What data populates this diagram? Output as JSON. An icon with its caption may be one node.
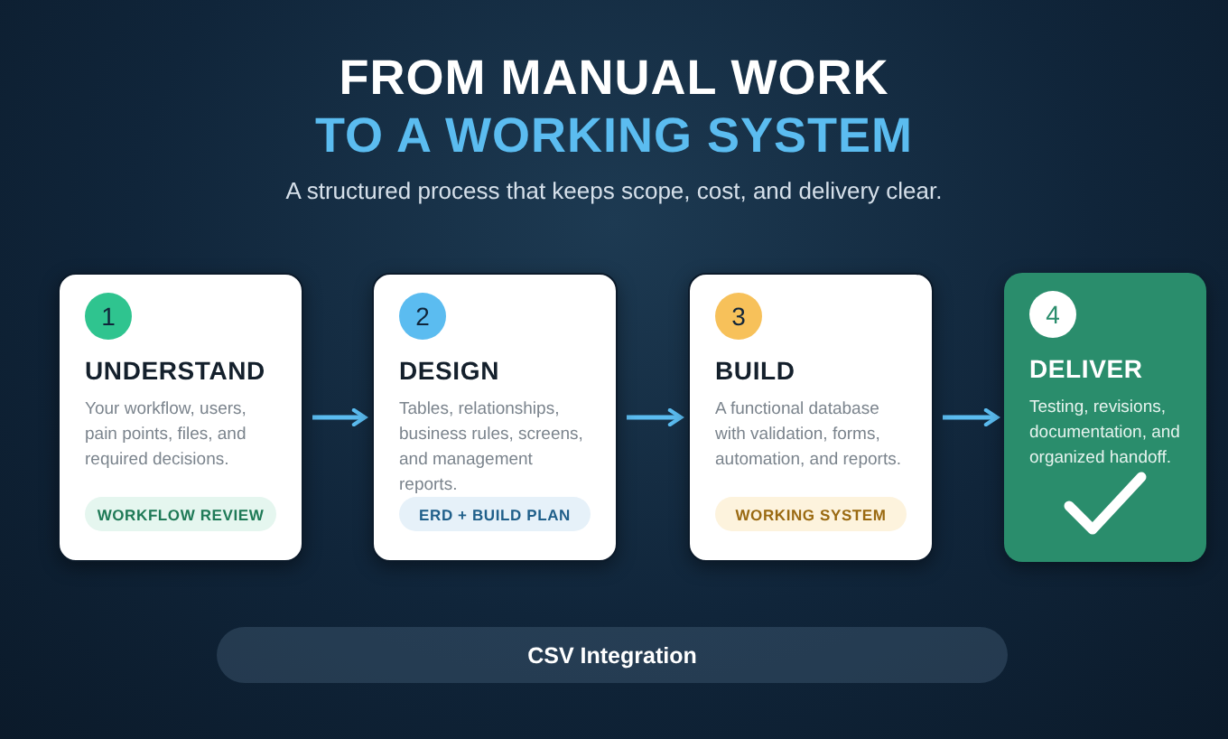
{
  "diagram": {
    "title": "FROM MANUAL WORK",
    "nodes": [
      {
        "text": [
          "1",
          "UNDERSTAND",
          "Your workflow, users, pain points, files, and required decisions.",
          "WORKFLOW REVIEW"
        ]
      },
      {
        "text": [
          "2",
          "DESIGN",
          "Tables, relationships, business rules, screens, and management reports.",
          "ERD + BUILD PLAN"
        ]
      },
      {
        "text": [
          "3",
          "BUILD",
          "A functional database with validation, forms, automation, and reports.",
          "WORKING SYSTEM"
        ]
      },
      {
        "text": [
          "4",
          "DELIVER",
          "Testing, revisions, documentation, and organized handoff."
        ]
      }
    ],
    "edges": [
      {
        "from": 0,
        "to": 1,
        "arrow": "to"
      },
      {
        "from": 1,
        "to": 2,
        "arrow": "to"
      },
      {
        "from": 2,
        "to": 3,
        "arrow": "to"
      }
    ],
    "labels": [
      "TO A WORKING SYSTEM",
      "A structured process that keeps scope, cost, and delivery clear.",
      "CSV Integration"
    ]
  }
}
